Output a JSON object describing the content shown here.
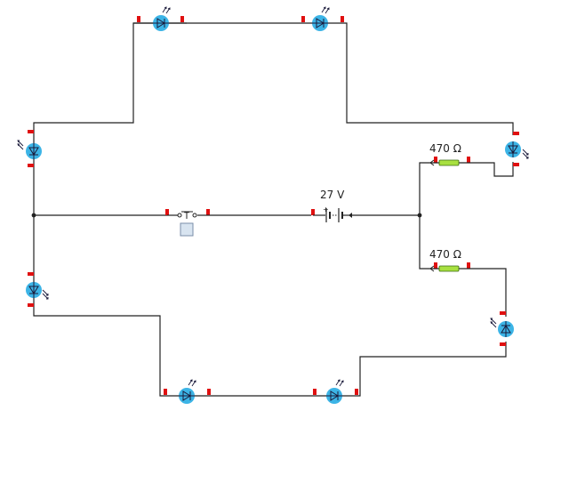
{
  "colors": {
    "wire": "#222222",
    "led": "#3cb4e6",
    "pin": "#e01010",
    "resistor": "#a8e040",
    "switch_button": "#d8e4f0"
  },
  "battery": {
    "label": "27 V"
  },
  "resistor_top": {
    "label": "470 Ω"
  },
  "resistor_bottom": {
    "label": "470 Ω"
  },
  "switch": {
    "symbol": "T",
    "icon": "push-button-switch-icon"
  },
  "led_icon": "led-icon"
}
